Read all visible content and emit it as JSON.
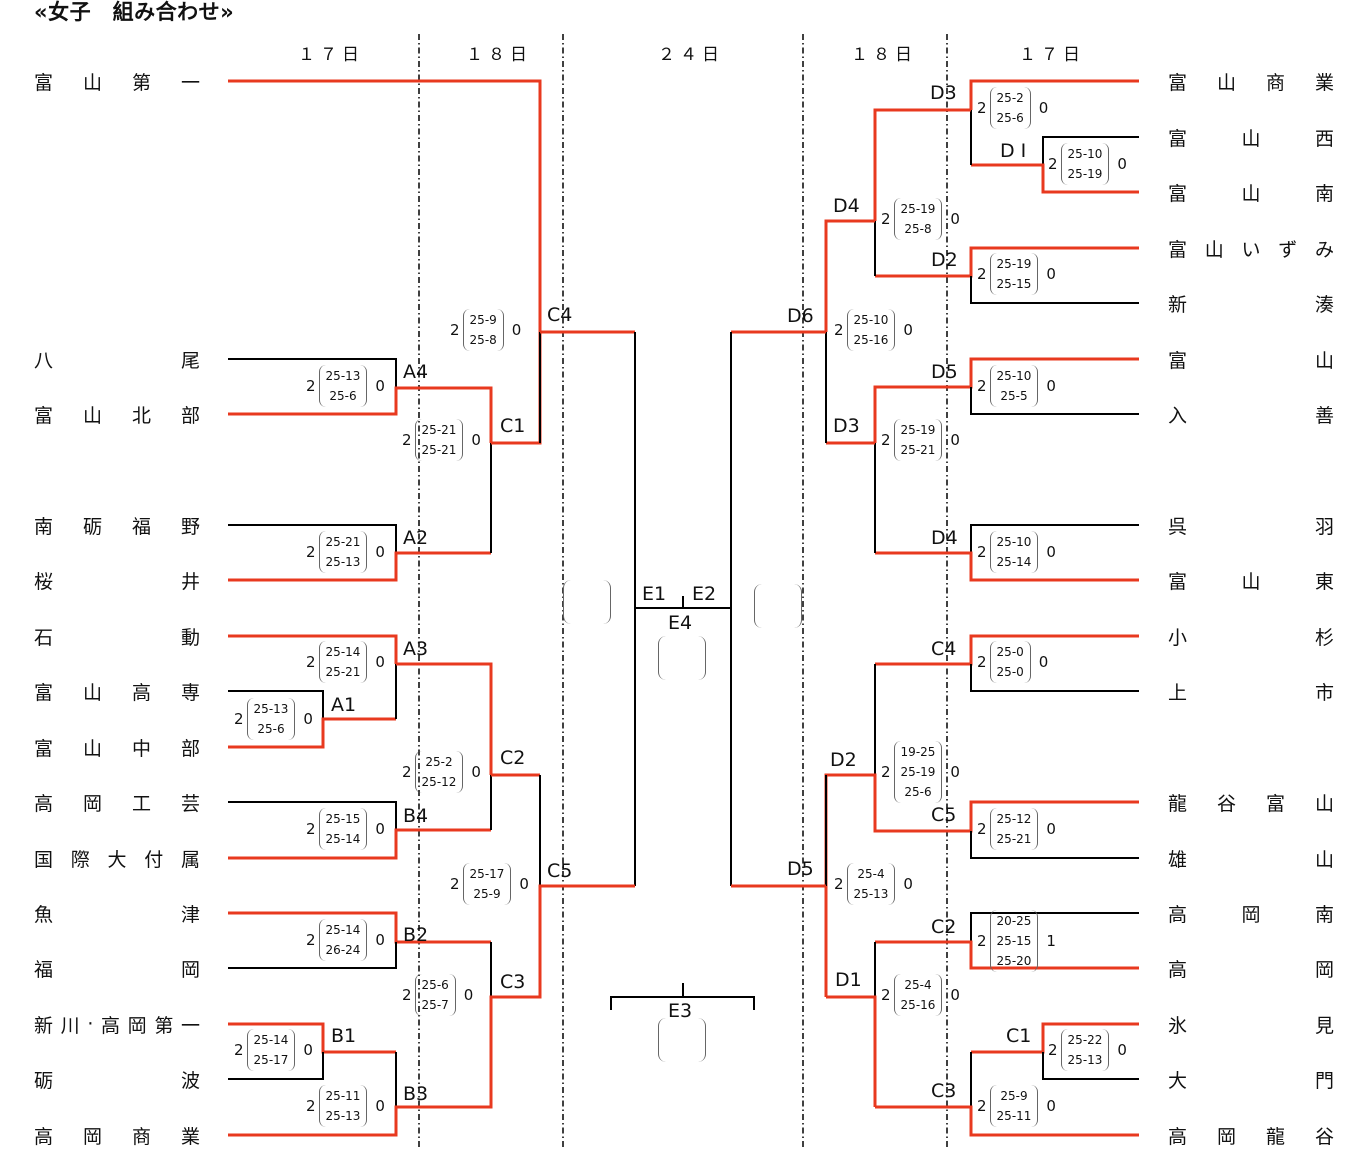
{
  "title": "«女子　組み合わせ»",
  "days": [
    "１７日",
    "１８日",
    "２４日",
    "１８日",
    "１７日"
  ],
  "colors": {
    "winner_line": "#e8391f",
    "line": "#000000",
    "divider": "#000000"
  },
  "left_teams": [
    {
      "name": "富山第一",
      "chars": [
        "富",
        "山",
        "第",
        "一"
      ]
    },
    {
      "name": "八尾",
      "chars": [
        "八",
        "尾"
      ]
    },
    {
      "name": "富山北部",
      "chars": [
        "富",
        "山",
        "北",
        "部"
      ]
    },
    {
      "name": "南砺福野",
      "chars": [
        "南",
        "砺",
        "福",
        "野"
      ]
    },
    {
      "name": "桜井",
      "chars": [
        "桜",
        "井"
      ]
    },
    {
      "name": "石動",
      "chars": [
        "石",
        "動"
      ]
    },
    {
      "name": "富山高専",
      "chars": [
        "富",
        "山",
        "高",
        "専"
      ]
    },
    {
      "name": "富山中部",
      "chars": [
        "富",
        "山",
        "中",
        "部"
      ]
    },
    {
      "name": "高岡工芸",
      "chars": [
        "高",
        "岡",
        "工",
        "芸"
      ]
    },
    {
      "name": "国際大付属",
      "chars": [
        "国",
        "際",
        "大",
        "付",
        "属"
      ]
    },
    {
      "name": "魚津",
      "chars": [
        "魚",
        "津"
      ]
    },
    {
      "name": "福岡",
      "chars": [
        "福",
        "岡"
      ]
    },
    {
      "name": "新川・高岡第一",
      "chars": [
        "新",
        "川",
        "·",
        "高",
        "岡",
        "第",
        "一"
      ]
    },
    {
      "name": "砺波",
      "chars": [
        "砺",
        "波"
      ]
    },
    {
      "name": "高岡商業",
      "chars": [
        "高",
        "岡",
        "商",
        "業"
      ]
    }
  ],
  "right_teams": [
    {
      "name": "富山商業",
      "chars": [
        "富",
        "山",
        "商",
        "業"
      ]
    },
    {
      "name": "富山西",
      "chars": [
        "富",
        "山",
        "西"
      ]
    },
    {
      "name": "富山南",
      "chars": [
        "富",
        "山",
        "南"
      ]
    },
    {
      "name": "富山いずみ",
      "chars": [
        "富",
        "山",
        "い",
        "ず",
        "み"
      ]
    },
    {
      "name": "新湊",
      "chars": [
        "新",
        "湊"
      ]
    },
    {
      "name": "富山",
      "chars": [
        "富",
        "山"
      ]
    },
    {
      "name": "入善",
      "chars": [
        "入",
        "善"
      ]
    },
    {
      "name": "呉羽",
      "chars": [
        "呉",
        "羽"
      ]
    },
    {
      "name": "富山東",
      "chars": [
        "富",
        "山",
        "東"
      ]
    },
    {
      "name": "小杉",
      "chars": [
        "小",
        "杉"
      ]
    },
    {
      "name": "上市",
      "chars": [
        "上",
        "市"
      ]
    },
    {
      "name": "龍谷富山",
      "chars": [
        "龍",
        "谷",
        "富",
        "山"
      ]
    },
    {
      "name": "雄山",
      "chars": [
        "雄",
        "山"
      ]
    },
    {
      "name": "高岡南",
      "chars": [
        "高",
        "岡",
        "南"
      ]
    },
    {
      "name": "高岡",
      "chars": [
        "高",
        "岡"
      ]
    },
    {
      "name": "氷見",
      "chars": [
        "氷",
        "見"
      ]
    },
    {
      "name": "大門",
      "chars": [
        "大",
        "門"
      ]
    },
    {
      "name": "高岡龍谷",
      "chars": [
        "高",
        "岡",
        "龍",
        "谷"
      ]
    }
  ],
  "match_labels": {
    "A4": "A4",
    "C1": "C1",
    "C4": "C4",
    "A2": "A2",
    "A3": "A3",
    "A1": "A1",
    "C2": "C2",
    "B4": "B4",
    "C5": "C5",
    "B2": "B2",
    "C3": "C3",
    "B1": "B1",
    "B3": "B3",
    "E1": "E1",
    "E2": "E2",
    "E4": "E4",
    "E3": "E3",
    "R_D3a": "D3",
    "R_DI": "D I",
    "R_D4a": "D4",
    "R_D2a": "D2",
    "R_D6": "D6",
    "R_D5a": "D5",
    "R_D3b": "D3",
    "R_D4b": "D4",
    "R_C4": "C4",
    "R_D2b": "D2",
    "R_C5": "C5",
    "R_D5b": "D5",
    "R_C2": "C2",
    "R_D1": "D1",
    "R_C1": "C1",
    "R_C3": "C3"
  },
  "scores": {
    "A4": {
      "w": "2",
      "sets": [
        "25-13",
        "25-6"
      ],
      "l": "0"
    },
    "C1": {
      "w": "2",
      "sets": [
        "25-21",
        "25-21"
      ],
      "l": "0"
    },
    "C4": {
      "w": "2",
      "sets": [
        "25-9",
        "25-8"
      ],
      "l": "0"
    },
    "A2": {
      "w": "2",
      "sets": [
        "25-21",
        "25-13"
      ],
      "l": "0"
    },
    "A3": {
      "w": "2",
      "sets": [
        "25-14",
        "25-21"
      ],
      "l": "0"
    },
    "A1": {
      "w": "2",
      "sets": [
        "25-13",
        "25-6"
      ],
      "l": "0"
    },
    "C2": {
      "w": "2",
      "sets": [
        "25-2",
        "25-12"
      ],
      "l": "0"
    },
    "B4": {
      "w": "2",
      "sets": [
        "25-15",
        "25-14"
      ],
      "l": "0"
    },
    "C5": {
      "w": "2",
      "sets": [
        "25-17",
        "25-9"
      ],
      "l": "0"
    },
    "B2": {
      "w": "2",
      "sets": [
        "25-14",
        "26-24"
      ],
      "l": "0"
    },
    "C3": {
      "w": "2",
      "sets": [
        "25-6",
        "25-7"
      ],
      "l": "0"
    },
    "B1": {
      "w": "2",
      "sets": [
        "25-14",
        "25-17"
      ],
      "l": "0"
    },
    "B3": {
      "w": "2",
      "sets": [
        "25-11",
        "25-13"
      ],
      "l": "0"
    },
    "R_D3a": {
      "w": "2",
      "sets": [
        "25-2",
        "25-6"
      ],
      "l": "0"
    },
    "R_DI": {
      "w": "2",
      "sets": [
        "25-10",
        "25-19"
      ],
      "l": "0"
    },
    "R_D4a": {
      "w": "2",
      "sets": [
        "25-19",
        "25-8"
      ],
      "l": "0"
    },
    "R_D2a": {
      "w": "2",
      "sets": [
        "25-19",
        "25-15"
      ],
      "l": "0"
    },
    "R_D6": {
      "w": "2",
      "sets": [
        "25-10",
        "25-16"
      ],
      "l": "0"
    },
    "R_D5a": {
      "w": "2",
      "sets": [
        "25-10",
        "25-5"
      ],
      "l": "0"
    },
    "R_D3b": {
      "w": "2",
      "sets": [
        "25-19",
        "25-21"
      ],
      "l": "0"
    },
    "R_D4b": {
      "w": "2",
      "sets": [
        "25-10",
        "25-14"
      ],
      "l": "0"
    },
    "R_C4": {
      "w": "2",
      "sets": [
        "25-0",
        "25-0"
      ],
      "l": "0"
    },
    "R_D2b": {
      "w": "2",
      "sets": [
        "19-25",
        "25-19",
        "25-6"
      ],
      "l": "0"
    },
    "R_C5": {
      "w": "2",
      "sets": [
        "25-12",
        "25-21"
      ],
      "l": "0"
    },
    "R_D5b": {
      "w": "2",
      "sets": [
        "25-4",
        "25-13"
      ],
      "l": "0"
    },
    "R_C2": {
      "w": "2",
      "sets": [
        "20-25",
        "25-15",
        "25-20"
      ],
      "l": "1"
    },
    "R_D1": {
      "w": "2",
      "sets": [
        "25-4",
        "25-16"
      ],
      "l": "0"
    },
    "R_C1": {
      "w": "2",
      "sets": [
        "25-22",
        "25-13"
      ],
      "l": "0"
    },
    "R_C3": {
      "w": "2",
      "sets": [
        "25-9",
        "25-11"
      ],
      "l": "0"
    }
  }
}
